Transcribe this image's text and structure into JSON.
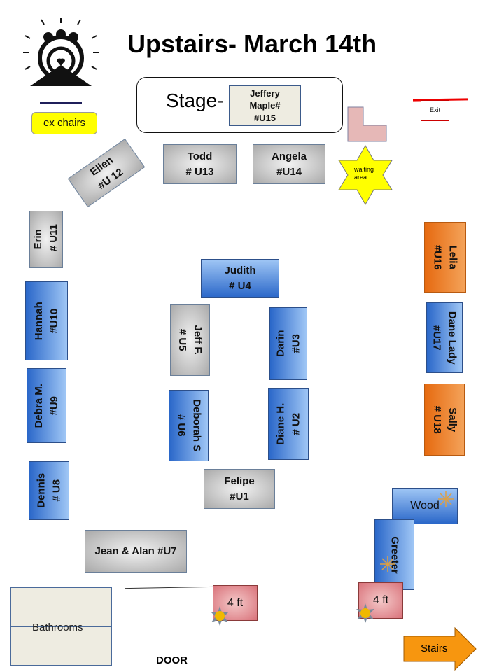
{
  "title": "Upstairs- March 14th",
  "legend": {
    "ex_chairs": "ex chairs"
  },
  "stage": {
    "label": "Stage-",
    "performer": "Jeffery\nMaple#\n#U15"
  },
  "exit": "Exit",
  "waiting_area": "waiting\narea",
  "booths": {
    "ellen": "Ellen\n#U 12",
    "todd": "Todd\n # U13",
    "angela": "Angela\n#U14",
    "erin": "Erin\n # U11",
    "hannah": "Hannah\n#U10",
    "debra": "Debra M.\n#U9",
    "dennis": "Dennis\n# U8",
    "lelia": "Lelia\n#U16",
    "dane": "Dane Lady\n#U17",
    "sally": "Sally\n# U18",
    "judith": "Judith\n# U4",
    "jeff": "Jeff F.\n# U5",
    "darin": "Darin\n#U3",
    "deborah": "Deborah S\n# U6",
    "diane": "Diane H.\n# U2",
    "felipe": "Felipe\n#U1",
    "jean_alan": "Jean & Alan #U7",
    "wood": "Wood",
    "greeter": "Greeter"
  },
  "tables": {
    "left": "4 ft",
    "right": "4 ft"
  },
  "bathrooms": "Bathrooms",
  "door": "DOOR",
  "stairs": "Stairs",
  "colors": {
    "blue": "#2a67c9",
    "gray": "#a9a9a9",
    "orange": "#e66a10",
    "yellow": "#ffff00",
    "pink": "#e6b8b7"
  }
}
